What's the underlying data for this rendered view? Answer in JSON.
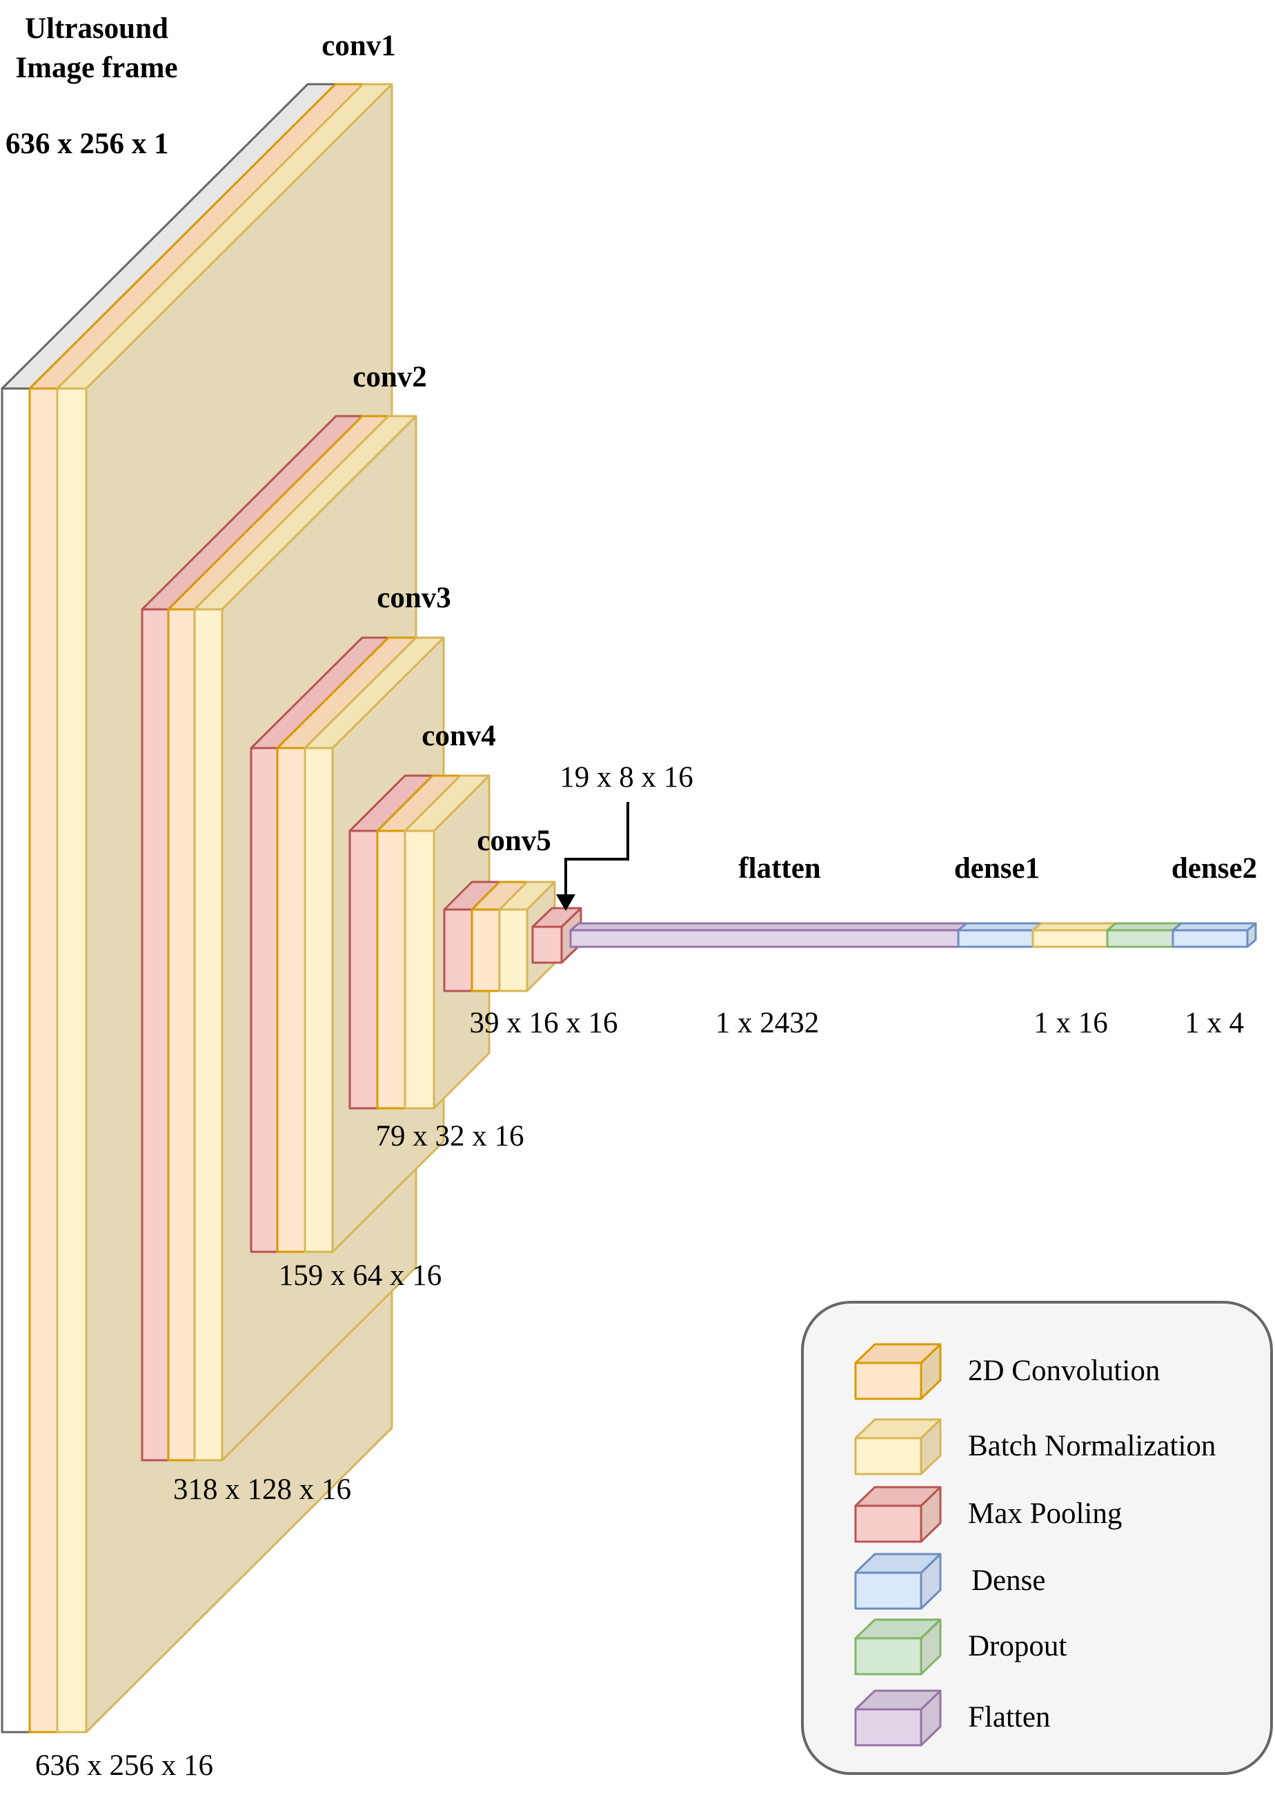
{
  "colors": {
    "conv": {
      "fill": "#ffe6cc",
      "top": "#f6d5b5",
      "side": "#e5cfa9",
      "stroke": "#d79b00"
    },
    "bn": {
      "fill": "#fff2cc",
      "top": "#f4e3b5",
      "side": "#e3d4b0",
      "stroke": "#d6b656"
    },
    "pool": {
      "fill": "#f8cecc",
      "top": "#ebbcba",
      "side": "#e0c0b7",
      "stroke": "#b85450"
    },
    "dense": {
      "fill": "#dae8fc",
      "top": "#c9d9ee",
      "side": "#cbd5e6",
      "stroke": "#6c8ebf"
    },
    "dropout": {
      "fill": "#d5e8d4",
      "top": "#c6dbc5",
      "side": "#c8d6c5",
      "stroke": "#82b366"
    },
    "flatten": {
      "fill": "#e1d5e7",
      "top": "#d0c3d8",
      "side": "#cfc2d4",
      "stroke": "#9673a6"
    },
    "input": {
      "fill": "#ffffff",
      "top": "#e6e6e6",
      "side": "#e6e6e6",
      "stroke": "#666666"
    },
    "volume_side": "#e5d8b7"
  },
  "input": {
    "title_line1": "Ultrasound",
    "title_line2": "Image frame",
    "shape": "636 x 256 x 1"
  },
  "blocks": [
    {
      "label": "conv1",
      "output_shape": "636 x 256 x 16"
    },
    {
      "label": "conv2",
      "output_shape": "318 x 128 x 16"
    },
    {
      "label": "conv3",
      "output_shape": "159 x 64 x 16"
    },
    {
      "label": "conv4",
      "output_shape": "79 x 32 x 16"
    },
    {
      "label": "conv5",
      "output_shape": "39 x 16 x 16"
    }
  ],
  "pool_output_shape": "19 x 8 x 16",
  "flatten": {
    "label": "flatten",
    "shape": "1 x 2432"
  },
  "dense1": {
    "label": "dense1",
    "shape": "1 x 16"
  },
  "dense2": {
    "label": "dense2",
    "shape": "1 x 4"
  },
  "legend": {
    "items": [
      {
        "label": "2D Convolution",
        "icon": "conv-cube-icon"
      },
      {
        "label": "Batch Normalization",
        "icon": "bn-cube-icon"
      },
      {
        "label": "Max Pooling",
        "icon": "pool-cube-icon"
      },
      {
        "label": "Dense",
        "icon": "dense-cube-icon"
      },
      {
        "label": "Dropout",
        "icon": "dropout-cube-icon"
      },
      {
        "label": "Flatten",
        "icon": "flatten-cube-icon"
      }
    ]
  }
}
